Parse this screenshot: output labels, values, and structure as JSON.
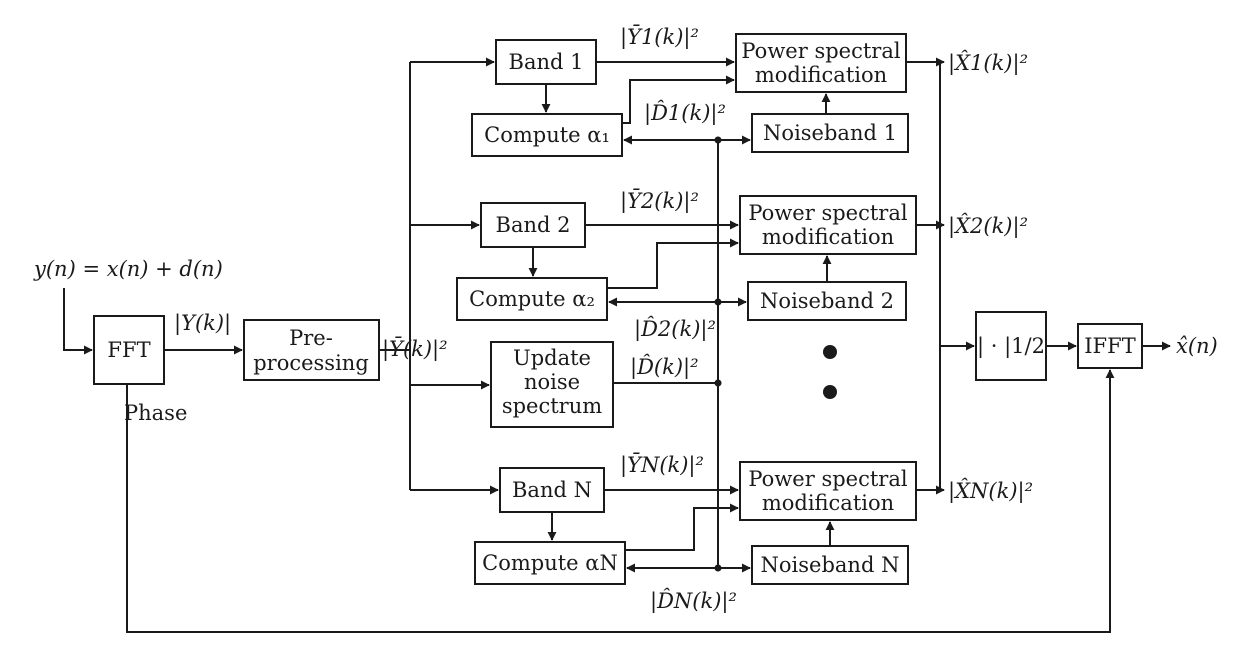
{
  "input_label": "y(n) = x(n) + d(n)",
  "output_label": "x̂(n)",
  "phase_label": "Phase",
  "blocks": {
    "fft": "FFT",
    "preprocessing_line1": "Pre-",
    "preprocessing_line2": "processing",
    "update_noise_line1": "Update",
    "update_noise_line2": "noise",
    "update_noise_line3": "spectrum",
    "band_1": "Band 1",
    "band_2": "Band 2",
    "band_n": "Band N",
    "compute_alpha_1": "Compute α₁",
    "compute_alpha_2": "Compute α₂",
    "compute_alpha_n": "Compute αN",
    "psm_line1": "Power spectral",
    "psm_line2": "modification",
    "noiseband_1": "Noiseband 1",
    "noiseband_2": "Noiseband 2",
    "noiseband_n": "Noiseband N",
    "magnitude_root": "| · |1/2",
    "ifft": "IFFT"
  },
  "signals": {
    "fft_out": "|Y(k)|",
    "pre_out": "|Ȳ(k)|²",
    "noise_out": "|D̂(k)|²",
    "band1_out": "|Ȳ1(k)|²",
    "band2_out": "|Ȳ2(k)|²",
    "bandn_out": "|ȲN(k)|²",
    "noise1": "|D̂1(k)|²",
    "noise2": "|D̂2(k)|²",
    "noisen": "|D̂N(k)|²",
    "x1": "|X̂1(k)|²",
    "x2": "|X̂2(k)|²",
    "xn": "|X̂N(k)|²"
  },
  "colors": {
    "stroke": "#1a1a1a",
    "background": "#ffffff"
  }
}
